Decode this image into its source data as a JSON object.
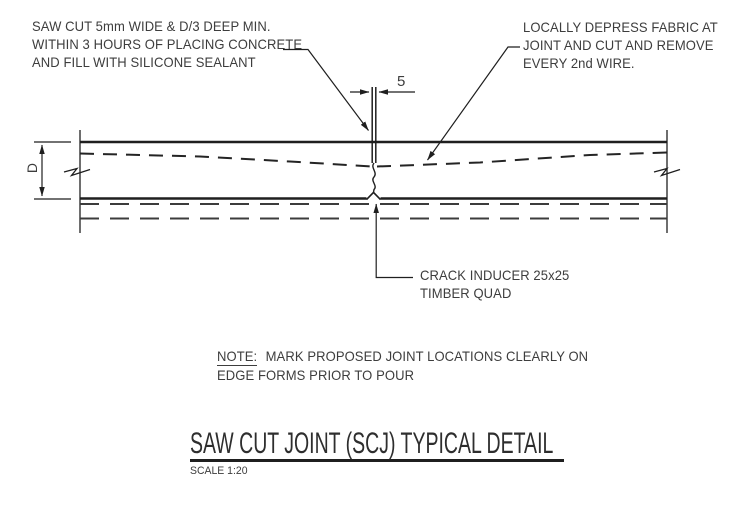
{
  "annotations": {
    "saw_cut": {
      "line1": "SAW CUT 5mm WIDE & D/3 DEEP MIN.",
      "line2": "WITHIN 3 HOURS OF PLACING CONCRETE",
      "line3": "AND FILL WITH SILICONE SEALANT"
    },
    "fabric": {
      "line1": "LOCALLY DEPRESS FABRIC AT",
      "line2": "JOINT AND CUT AND REMOVE",
      "line3": "EVERY 2nd WIRE."
    },
    "crack_inducer": {
      "line1": "CRACK INDUCER 25x25",
      "line2": "TIMBER QUAD"
    }
  },
  "dimensions": {
    "slab_depth_label": "D",
    "cut_width_value": "5"
  },
  "note": {
    "label": "NOTE:",
    "line1": "MARK PROPOSED JOINT LOCATIONS CLEARLY ON",
    "line2": "EDGE FORMS PRIOR TO POUR"
  },
  "title_block": {
    "title": "SAW CUT JOINT (SCJ) TYPICAL DETAIL",
    "scale": "SCALE 1:20"
  },
  "colors": {
    "solid_line": "#1f1f1f",
    "dashed_line": "#3c3c3c",
    "text": "#3d3d3d",
    "background": "#ffffff"
  }
}
